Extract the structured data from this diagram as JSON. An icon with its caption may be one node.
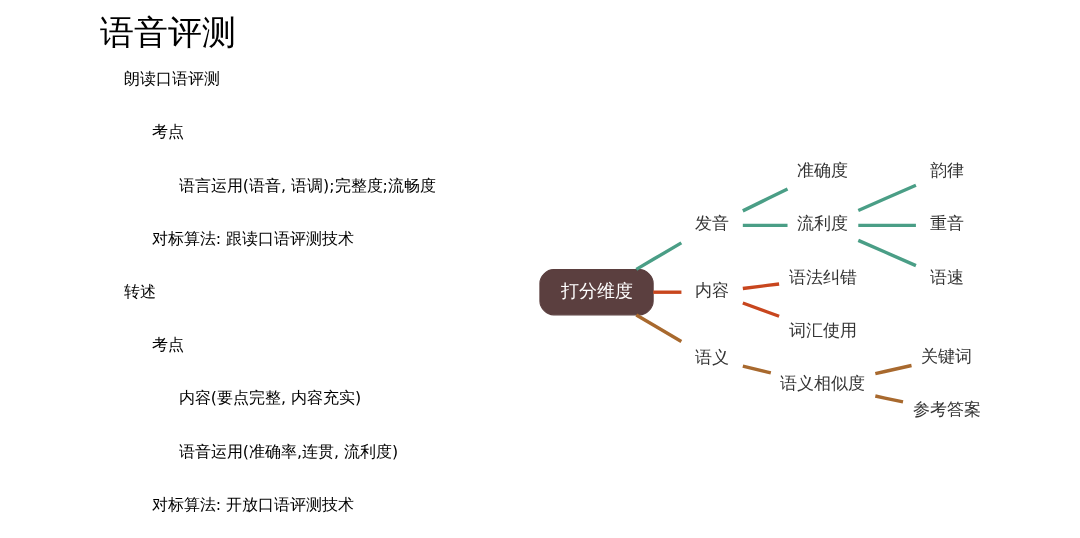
{
  "diagram": {
    "title": "语音评测",
    "nodes": [
      {
        "text": [
          "打分维度"
        ]
      },
      {
        "text": [
          "发音"
        ]
      },
      {
        "text": [
          "准确度"
        ]
      },
      {
        "text": [
          "流利度"
        ]
      },
      {
        "text": [
          "韵律"
        ]
      },
      {
        "text": [
          "重音"
        ]
      },
      {
        "text": [
          "语速"
        ]
      },
      {
        "text": [
          "内容"
        ]
      },
      {
        "text": [
          "语法纠错"
        ]
      },
      {
        "text": [
          "词汇使用"
        ]
      },
      {
        "text": [
          "语义"
        ]
      },
      {
        "text": [
          "语义相似度"
        ]
      },
      {
        "text": [
          "关键词"
        ]
      },
      {
        "text": [
          "参考答案"
        ]
      }
    ],
    "edges": [
      {
        "from": 0,
        "to": 1,
        "arrow": "none",
        "color": "#4a9e86"
      },
      {
        "from": 1,
        "to": 2,
        "arrow": "none",
        "color": "#4a9e86"
      },
      {
        "from": 1,
        "to": 3,
        "arrow": "none",
        "color": "#4a9e86"
      },
      {
        "from": 3,
        "to": 4,
        "arrow": "none",
        "color": "#4a9e86"
      },
      {
        "from": 3,
        "to": 5,
        "arrow": "none",
        "color": "#4a9e86"
      },
      {
        "from": 3,
        "to": 6,
        "arrow": "none",
        "color": "#4a9e86"
      },
      {
        "from": 0,
        "to": 7,
        "arrow": "none",
        "color": "#c8461e"
      },
      {
        "from": 7,
        "to": 8,
        "arrow": "none",
        "color": "#c8461e"
      },
      {
        "from": 7,
        "to": 9,
        "arrow": "none",
        "color": "#c8461e"
      },
      {
        "from": 0,
        "to": 10,
        "arrow": "none",
        "color": "#a8692e"
      },
      {
        "from": 10,
        "to": 11,
        "arrow": "none",
        "color": "#a8692e"
      },
      {
        "from": 11,
        "to": 12,
        "arrow": "none",
        "color": "#a8692e"
      },
      {
        "from": 11,
        "to": 13,
        "arrow": "none",
        "color": "#a8692e"
      }
    ],
    "labels": [
      "朗读口语评测",
      "考点",
      "语言运用(语音, 语调);完整度;流畅度",
      "对标算法: 跟读口语评测技术",
      "转述",
      "考点",
      "内容(要点完整, 内容充实)",
      "语音运用(准确率,连贯, 流利度)",
      "对标算法: 开放口语评测技术"
    ]
  }
}
